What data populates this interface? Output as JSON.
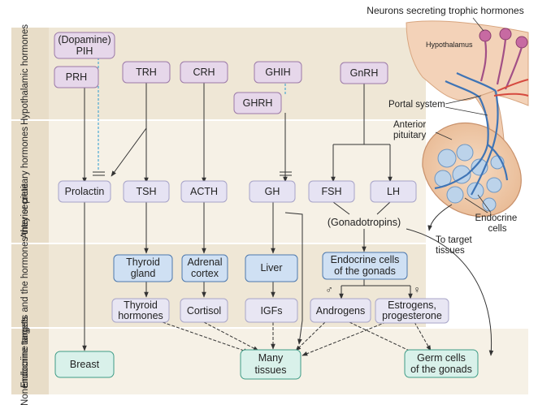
{
  "rows": [
    "Hypothalamic hormones",
    "Anterior pituitary hormones",
    "Endocrine targets and the hormones they secrete",
    "Nonendocrine targets"
  ],
  "hypothalamic": {
    "dopamine_pih": [
      "(Dopamine)",
      "PIH"
    ],
    "prh": "PRH",
    "trh": "TRH",
    "crh": "CRH",
    "ghih": "GHIH",
    "ghrh": "GHRH",
    "gnrh": "GnRH"
  },
  "pituitary": {
    "prolactin": "Prolactin",
    "tsh": "TSH",
    "acth": "ACTH",
    "gh": "GH",
    "fsh": "FSH",
    "lh": "LH",
    "gonadotropins": "(Gonadotropins)"
  },
  "endocrine_targets": {
    "thyroid_gland": [
      "Thyroid",
      "gland"
    ],
    "adrenal_cortex": [
      "Adrenal",
      "cortex"
    ],
    "liver": "Liver",
    "gonads": [
      "Endocrine cells",
      "of the gonads"
    ]
  },
  "secreted": {
    "thyroid_hormones": [
      "Thyroid",
      "hormones"
    ],
    "cortisol": "Cortisol",
    "igfs": "IGFs",
    "androgens": "Androgens",
    "estrogens": [
      "Estrogens,",
      "progesterone"
    ],
    "male_symbol": "♂",
    "female_symbol": "♀"
  },
  "nonendocrine": {
    "breast": "Breast",
    "many_tissues": [
      "Many",
      "tissues"
    ],
    "germ_cells": [
      "Germ cells",
      "of the gonads"
    ]
  },
  "illustration": {
    "neurons_caption": "Neurons secreting trophic hormones",
    "hypothalamus": "Hypothalamus",
    "portal_system": "Portal system",
    "anterior_pituitary": [
      "Anterior",
      "pituitary"
    ],
    "endocrine_cells": [
      "Endocrine",
      "cells"
    ],
    "to_target": [
      "To target",
      "tissues"
    ]
  },
  "colors": {
    "hypo_fill": "#e6d7ea",
    "hypo_stroke": "#9c7aa8",
    "pit_fill": "#e6e3f3",
    "pit_stroke": "#a7a3c8",
    "endo_fill": "#cfe0f3",
    "endo_stroke": "#4d78ad",
    "sec_fill": "#e8e6f3",
    "sec_stroke": "#a9a6c8",
    "non_fill": "#d9f1ea",
    "non_stroke": "#3f9c86",
    "band_dark": "#efe7d6",
    "band_light": "#f6f1e6",
    "dashed_line": "#2b9bd0"
  }
}
